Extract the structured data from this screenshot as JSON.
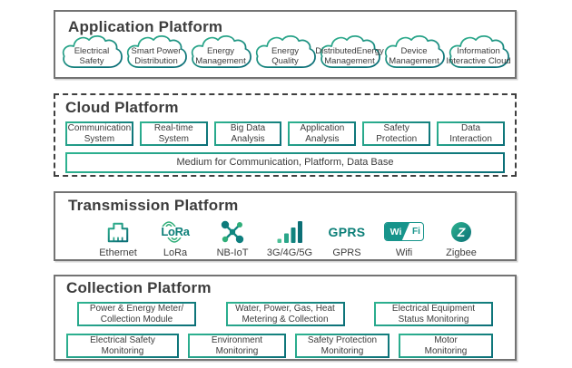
{
  "colors": {
    "accent_green": "#2eb390",
    "accent_teal": "#0b6f78",
    "icon_teal": "#17948b",
    "border_gray": "#737373",
    "text": "#3d3d3d"
  },
  "sections": {
    "application": {
      "title": "Application Platform",
      "clouds": [
        {
          "line1": "Electrical",
          "line2": "Safety"
        },
        {
          "line1": "Smart Power",
          "line2": "Distribution"
        },
        {
          "line1": "Energy",
          "line2": "Management"
        },
        {
          "line1": "Energy",
          "line2": "Quality"
        },
        {
          "line1": "DistributedEnergy",
          "line2": "Management"
        },
        {
          "line1": "Device",
          "line2": "Management"
        },
        {
          "line1": "Information",
          "line2": "Interactive Cloud"
        }
      ]
    },
    "cloud": {
      "title": "Cloud Platform",
      "boxes": [
        {
          "line1": "Communication",
          "line2": "System"
        },
        {
          "line1": "Real-time",
          "line2": "System"
        },
        {
          "line1": "Big Data",
          "line2": "Analysis"
        },
        {
          "line1": "Application",
          "line2": "Analysis"
        },
        {
          "line1": "Safety",
          "line2": "Protection"
        },
        {
          "line1": "Data",
          "line2": "Interaction"
        }
      ],
      "medium_bar": "Medium for Communication, Platform, Data Base"
    },
    "transmission": {
      "title": "Transmission Platform",
      "items": [
        {
          "label": "Ethernet"
        },
        {
          "label": "LoRa",
          "icon_text": "LoRa"
        },
        {
          "label": "NB-IoT"
        },
        {
          "label": "3G/4G/5G"
        },
        {
          "label": "GPRS",
          "icon_text": "GPRS"
        },
        {
          "label": "Wifi",
          "icon_text_left": "Wi",
          "icon_text_right": "Fi"
        },
        {
          "label": "Zigbee",
          "icon_text": "Z"
        }
      ]
    },
    "collection": {
      "title": "Collection Platform",
      "row1": [
        {
          "line1": "Power & Energy Meter/",
          "line2": "Collection Module"
        },
        {
          "line1": "Water, Power, Gas, Heat",
          "line2": "Metering & Collection"
        },
        {
          "line1": "Electrical Equipment",
          "line2": "Status Monitoring"
        }
      ],
      "row2": [
        {
          "line1": "Electrical Safety",
          "line2": "Monitoring"
        },
        {
          "line1": "Environment",
          "line2": "Monitoring"
        },
        {
          "line1": "Safety Protection",
          "line2": "Monitoring"
        },
        {
          "line1": "Motor",
          "line2": "Monitoring"
        }
      ]
    }
  }
}
